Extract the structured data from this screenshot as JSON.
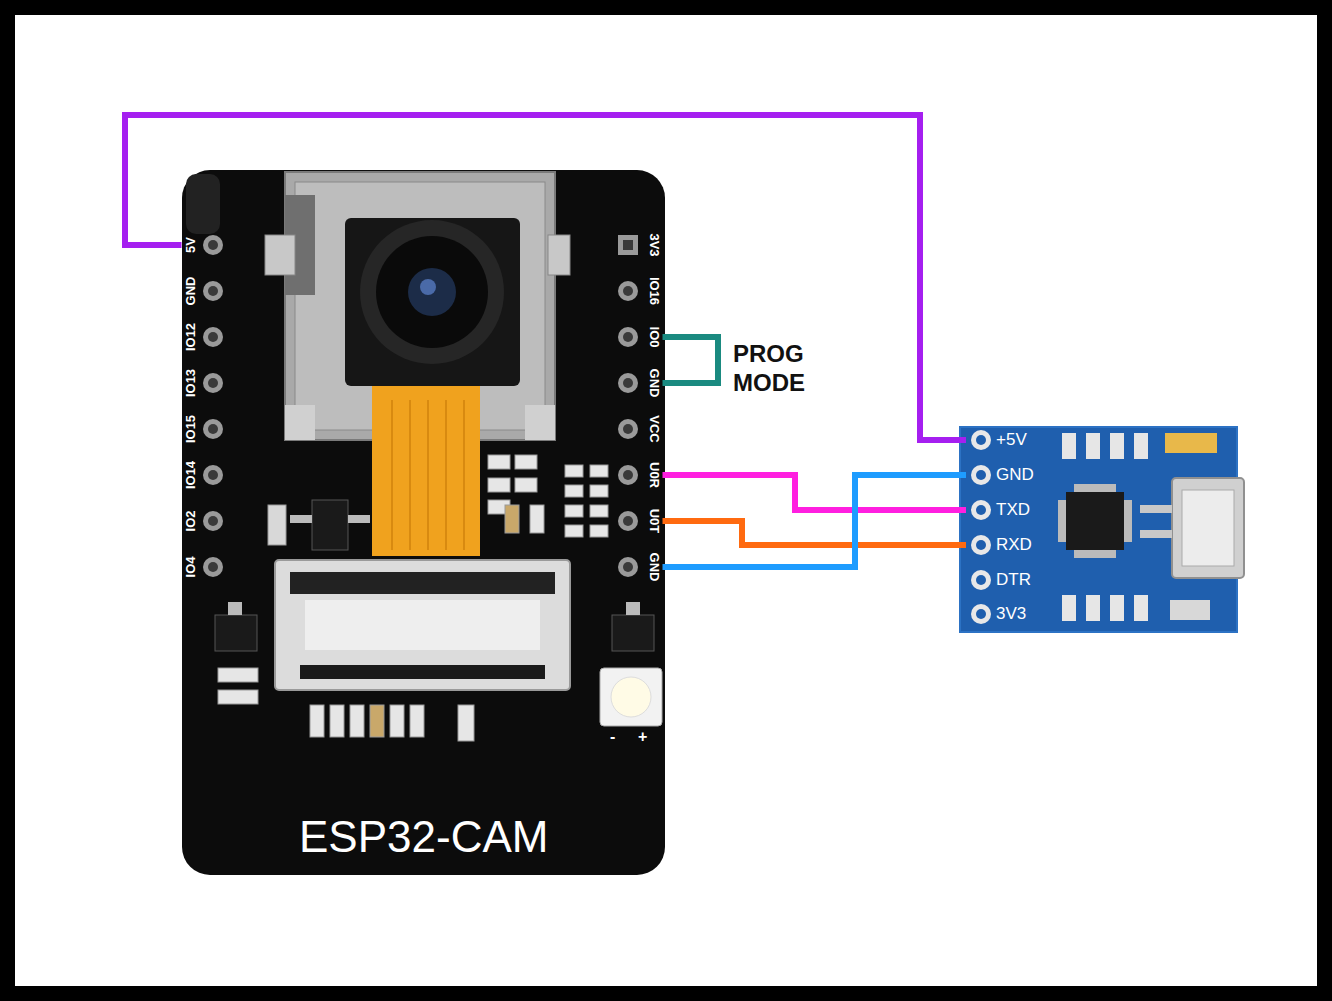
{
  "diagram": {
    "nodes": [
      {
        "text": [
          "ESP32-CAM"
        ]
      },
      {
        "text": [
          "5V"
        ],
        "in": 0
      },
      {
        "text": [
          "GND"
        ],
        "in": 0
      },
      {
        "text": [
          "IO12"
        ],
        "in": 0
      },
      {
        "text": [
          "IO13"
        ],
        "in": 0
      },
      {
        "text": [
          "IO15"
        ],
        "in": 0
      },
      {
        "text": [
          "IO14"
        ],
        "in": 0
      },
      {
        "text": [
          "IO2"
        ],
        "in": 0
      },
      {
        "text": [
          "IO4"
        ],
        "in": 0
      },
      {
        "text": [
          "3V3"
        ],
        "in": 0
      },
      {
        "text": [
          "IO16"
        ],
        "in": 0
      },
      {
        "text": [
          "IO0"
        ],
        "in": 0
      },
      {
        "text": [
          "GND"
        ],
        "in": 0
      },
      {
        "text": [
          "VCC"
        ],
        "in": 0
      },
      {
        "text": [
          "U0R"
        ],
        "in": 0
      },
      {
        "text": [
          "U0T"
        ],
        "in": 0
      },
      {
        "text": [
          "GND"
        ],
        "in": 0
      },
      {
        "text": [
          "+5V"
        ]
      },
      {
        "text": [
          "GND"
        ]
      },
      {
        "text": [
          "TXD"
        ]
      },
      {
        "text": [
          "RXD"
        ]
      },
      {
        "text": [
          "DTR"
        ]
      },
      {
        "text": [
          "3V3"
        ]
      }
    ],
    "edges": [
      {
        "from": 1,
        "to": 17,
        "arrow": "none"
      },
      {
        "from": 14,
        "to": 19,
        "arrow": "none"
      },
      {
        "from": 15,
        "to": 20,
        "arrow": "none"
      },
      {
        "from": 16,
        "to": 18,
        "arrow": "none"
      },
      {
        "from": 11,
        "to": 12,
        "label": "PROG MODE",
        "arrow": "none"
      }
    ],
    "labels": [
      "-",
      "+"
    ]
  }
}
